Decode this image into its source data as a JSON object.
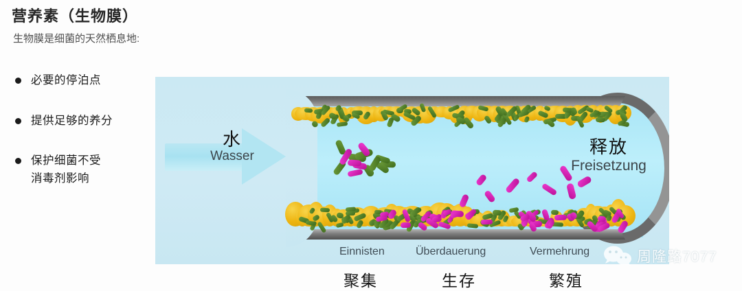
{
  "slide": {
    "title": "营养素（生物膜）",
    "subtitle": "生物膜是细菌的天然栖息地:",
    "bullets": [
      {
        "text": "必要的停泊点"
      },
      {
        "text": "提供足够的养分"
      },
      {
        "text": "保护细菌不受\n消毒剂影响"
      }
    ]
  },
  "diagram": {
    "inflow": {
      "cn": "水",
      "de": "Wasser"
    },
    "release": {
      "cn": "释放",
      "de": "Freisetzung"
    },
    "stages": [
      {
        "de": "Einnisten",
        "cn": "聚集"
      },
      {
        "de": "Überdauerung",
        "cn": "生存"
      },
      {
        "de": "Vermehrung",
        "cn": "繁殖"
      }
    ]
  },
  "watermark": {
    "text": "周隆路7077",
    "logo": "wechat-logo"
  },
  "colors": {
    "panel_bg": "#cfeaf4",
    "water": "#b5ebfa",
    "pipe_metal": "#6f6f6f",
    "biofilm": "#eeb511",
    "bacteria_green": "#4a7a2a",
    "bacteria_magenta": "#d917b0",
    "title_text": "#262626",
    "subtitle_text": "#4f4f4f",
    "german_label": "#3f4c55"
  }
}
